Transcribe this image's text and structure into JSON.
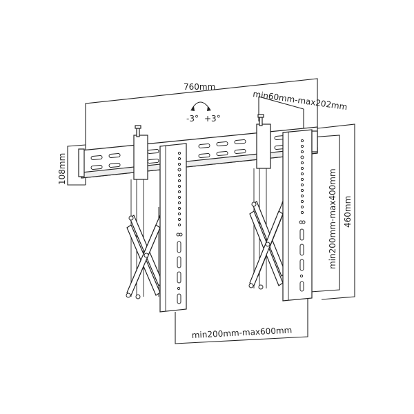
{
  "diagram": {
    "title": "Pop-out video wall TV mount dimension drawing",
    "dimensions": {
      "rail_width": "760mm",
      "rail_height": "108mm",
      "bracket_depth": "min60mm-max202mm",
      "vertical_hole_spacing": "min200mm-max400mm",
      "bracket_height": "460mm",
      "horizontal_spacing": "min200mm-max600mm"
    },
    "tilt": {
      "negative": "-3°",
      "positive": "+3°"
    },
    "components": [
      {
        "name": "wall-rail",
        "description": "Horizontal wall plate with slots"
      },
      {
        "name": "left-pop-out-arm",
        "description": "Scissor extension arm with vertical bracket"
      },
      {
        "name": "right-pop-out-arm",
        "description": "Scissor extension arm with vertical bracket"
      }
    ],
    "colors": {
      "line": "#222222",
      "background": "#ffffff"
    }
  }
}
